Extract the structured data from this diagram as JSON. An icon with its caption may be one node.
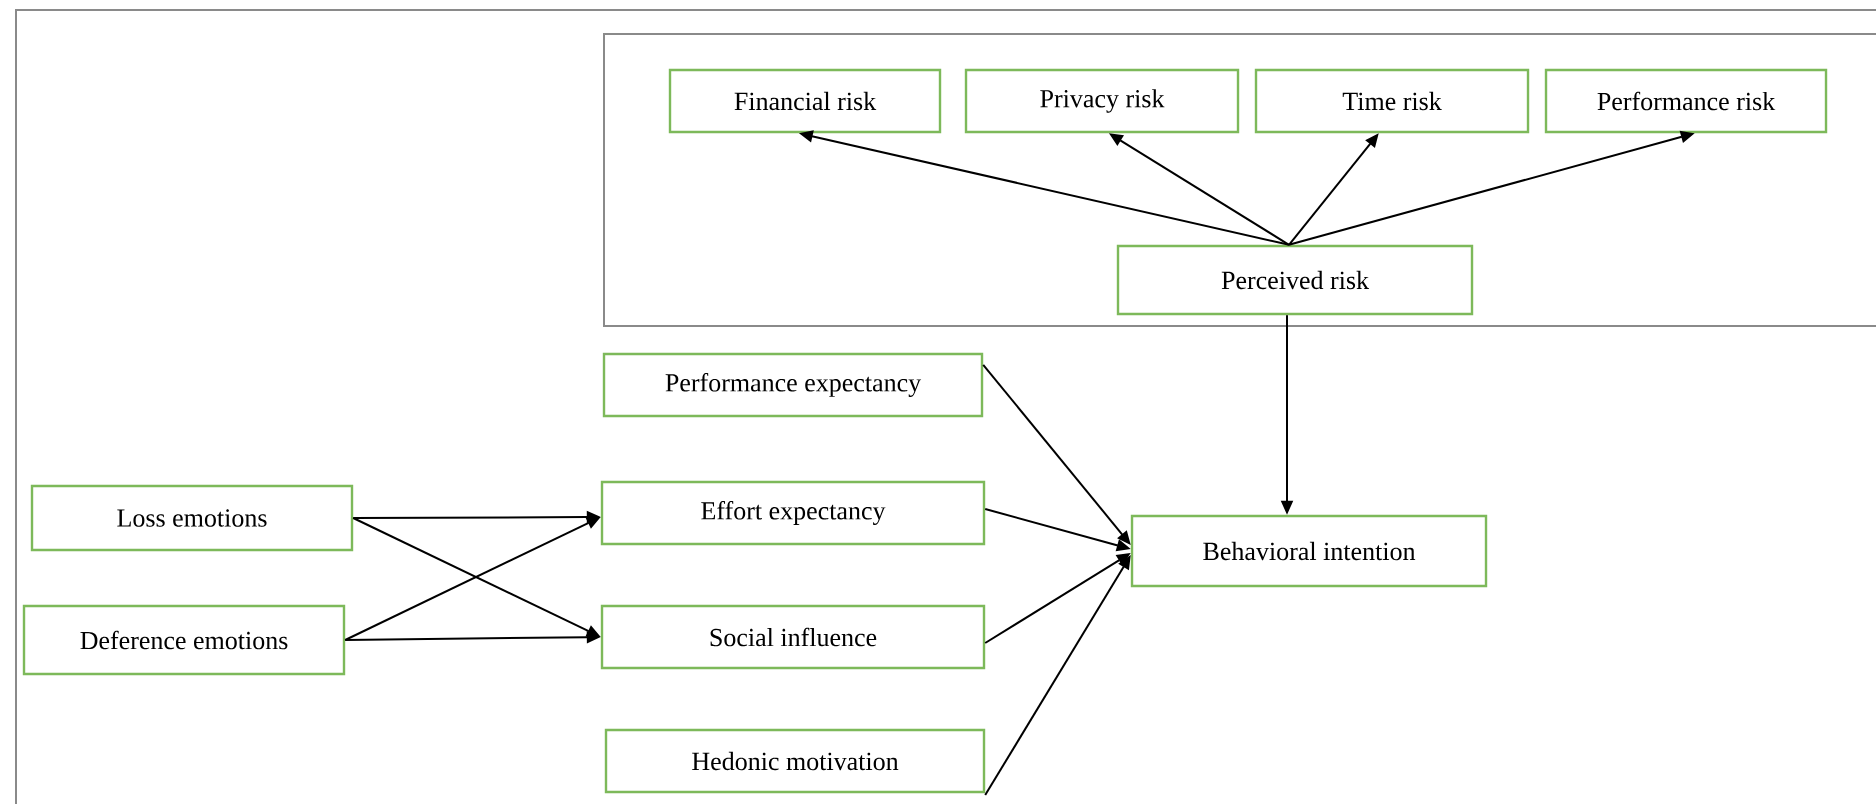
{
  "diagram": {
    "nodes": [
      {
        "text": [
          "Financial risk"
        ]
      },
      {
        "text": [
          "Privacy risk"
        ]
      },
      {
        "text": [
          "Time risk"
        ]
      },
      {
        "text": [
          "Performance risk"
        ]
      },
      {
        "text": [
          "Perceived risk"
        ]
      },
      {
        "text": [
          "Performance expectancy"
        ]
      },
      {
        "text": [
          "Loss emotions"
        ]
      },
      {
        "text": [
          "Effort expectancy"
        ]
      },
      {
        "text": [
          "Behavioral intention"
        ]
      },
      {
        "text": [
          "Deference emotions"
        ]
      },
      {
        "text": [
          "Social influence"
        ]
      },
      {
        "text": [
          "Hedonic motivation"
        ]
      }
    ],
    "edges": [
      {
        "from": 4,
        "to": 0,
        "arrow": "to"
      },
      {
        "from": 4,
        "to": 1,
        "arrow": "to"
      },
      {
        "from": 4,
        "to": 2,
        "arrow": "to"
      },
      {
        "from": 4,
        "to": 3,
        "arrow": "to"
      },
      {
        "from": 4,
        "to": 8,
        "arrow": "to"
      },
      {
        "from": 5,
        "to": 8,
        "arrow": "to"
      },
      {
        "from": 7,
        "to": 8,
        "arrow": "to"
      },
      {
        "from": 10,
        "to": 8,
        "arrow": "to"
      },
      {
        "from": 11,
        "to": 8,
        "arrow": "to"
      },
      {
        "from": 6,
        "to": 7,
        "arrow": "to"
      },
      {
        "from": 6,
        "to": 10,
        "arrow": "to"
      },
      {
        "from": 9,
        "to": 7,
        "arrow": "to"
      },
      {
        "from": 9,
        "to": 10,
        "arrow": "to"
      }
    ]
  }
}
